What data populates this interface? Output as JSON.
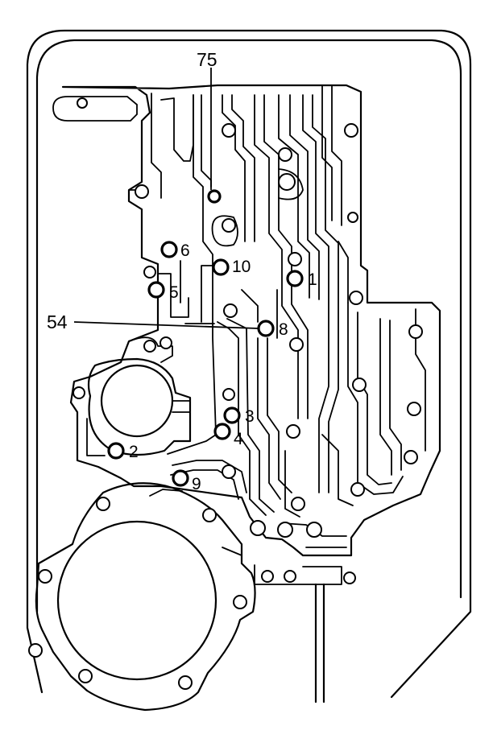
{
  "callouts": [
    {
      "id": "75",
      "text": "75"
    },
    {
      "id": "54",
      "text": "54"
    },
    {
      "id": "1",
      "text": "1"
    },
    {
      "id": "2",
      "text": "2"
    },
    {
      "id": "3",
      "text": "3"
    },
    {
      "id": "4",
      "text": "4"
    },
    {
      "id": "5",
      "text": "5"
    },
    {
      "id": "6",
      "text": "6"
    },
    {
      "id": "8",
      "text": "8"
    },
    {
      "id": "9",
      "text": "9"
    },
    {
      "id": "10",
      "text": "10"
    }
  ]
}
